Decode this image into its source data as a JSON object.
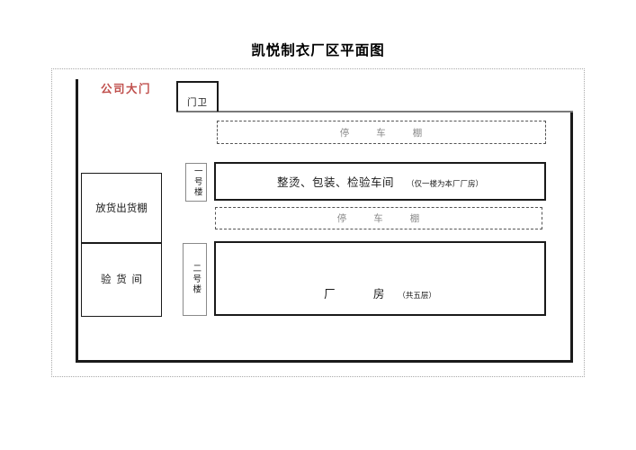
{
  "title": "凯悦制衣厂区平面图",
  "colors": {
    "gate_red": "#c0504d",
    "boundary_black": "#1a1a1a",
    "shed_gray": "#8a8a8a",
    "page_border_gray": "#a9a9a9"
  },
  "gate": {
    "label": "公司大门"
  },
  "guard": {
    "label": "门卫"
  },
  "sheds": [
    {
      "id": "shed-top",
      "label": "停        车        棚"
    },
    {
      "id": "shed-mid",
      "label": "停        车        棚"
    }
  ],
  "building_labels": [
    {
      "id": "bldg1",
      "label": "一号楼"
    },
    {
      "id": "bldg2",
      "label": "二号楼"
    }
  ],
  "blocks": {
    "workshop": {
      "main": "整烫、包装、检验车间",
      "note": "（仅一楼为本厂厂房）"
    },
    "factory": {
      "main": "厂          房",
      "note": "（共五层）"
    }
  },
  "storage": {
    "top": "放货出货棚",
    "bottom": "验  货  间"
  }
}
